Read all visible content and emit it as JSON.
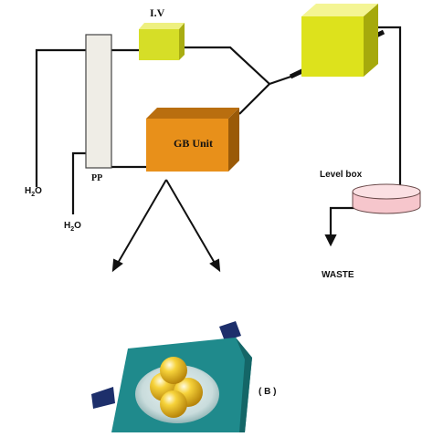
{
  "labels": {
    "iv": "I.V",
    "pp": "PP",
    "gb_unit": "GB Unit",
    "level_box": "Level box",
    "waste": "WASTE",
    "h2o_left_main": "H",
    "h2o_left_sub": "2",
    "h2o_left_end": "O",
    "h2o_mid_main": "H",
    "h2o_mid_sub": "2",
    "h2o_mid_end": "O",
    "panel_b": "( B )"
  },
  "colors": {
    "iv_box": "#d6de27",
    "yellow_box": "#dde21c",
    "pp_column": "#efede6",
    "gb_unit": "#e8901a",
    "level_box": "#f6c6cc",
    "lines": "#111111",
    "device_body": "#1f8a8c",
    "device_tab": "#22306a",
    "spheres": "#f2c71c"
  }
}
